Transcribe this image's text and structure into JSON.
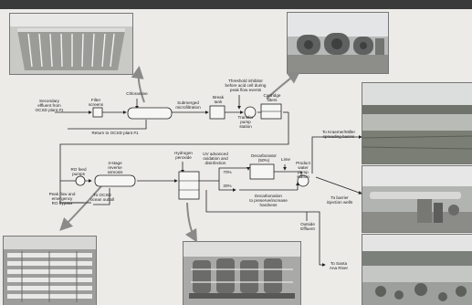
{
  "diagram": {
    "labels": {
      "secondary_effluent": "Secondary\neffluent from\nOCSD plant #1",
      "filter_screens": "Filter\nscreens",
      "chloramine": "Chloramine",
      "submerged_mf": "Submerged\nmicrofiltration",
      "break_tank": "Break\ntank",
      "transfer_pump": "Transfer\npump\nstation",
      "threshold_inhibitor": "Threshold inhibitor\nbefore acid cell during\npeak flow events",
      "cartridge_filters": "Cartridge\nfilters",
      "return_ocsd": "Return to OCSD plant #1",
      "hydrogen_peroxide": "Hydrogen\nperoxide",
      "ro_feed_pumps": "RO feed\npumps",
      "reverse_osmosis": "3-stage\nreverse\nosmosis",
      "uv_advanced": "UV advanced\noxidation and\ndisinfection",
      "decarbonator": "Decarbonator\n(50%)",
      "lime": "Lime",
      "product_pump": "Product\nwater\npump\nstation",
      "to_kraemer": "To Kraemer/Miller\nspreading basins",
      "to_barrier": "To barrier\ninjection wells",
      "to_santa_ana": "To Santa\nAna River",
      "peak_flow": "Peak flow and\nemergency\nRO bypass",
      "to_ocean": "To OCSD\nocean outfall",
      "split_70": "70%",
      "split_30": "30%",
      "decarb_note": "Decarbonation\nto preserve/increase\nhardness",
      "outside_effluent": "Outside\nEffluent"
    }
  }
}
